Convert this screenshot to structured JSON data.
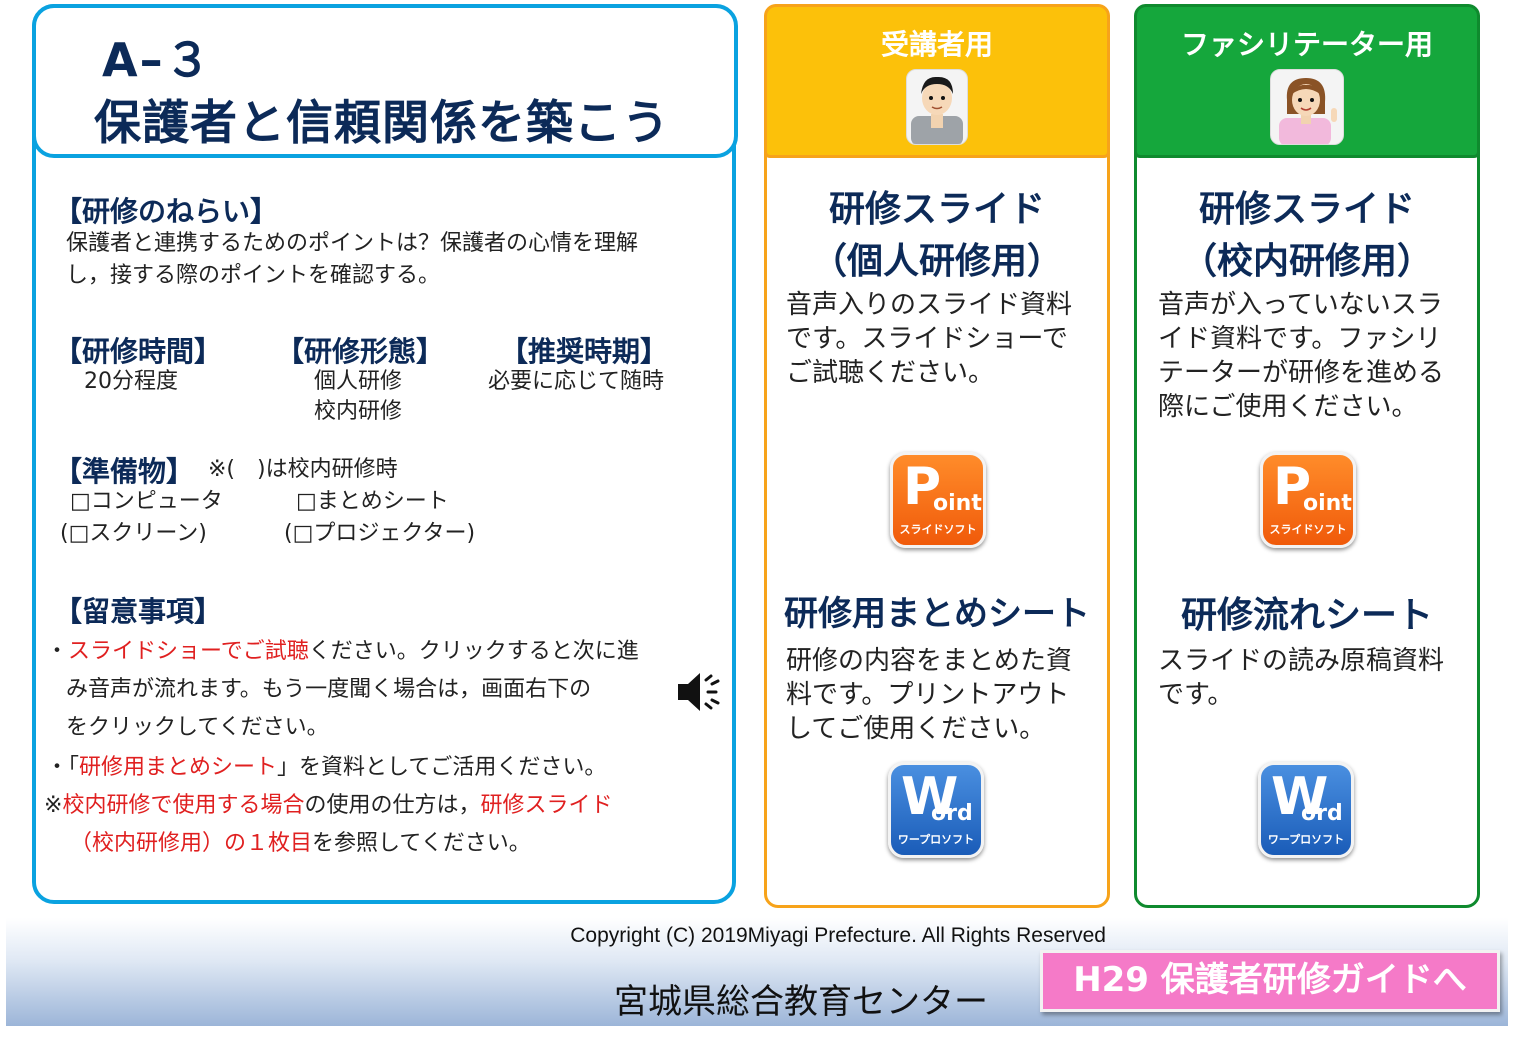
{
  "title": {
    "code": "A–３",
    "main": "保護者と信頼関係を築こう"
  },
  "aim": {
    "heading": "【研修のねらい】",
    "line1": "保護者と連携するためのポイントは？保護者の心情を理解",
    "line2": "し，接する際のポイントを確認する。"
  },
  "time": {
    "heading": "【研修時間】",
    "value": "20分程度"
  },
  "form": {
    "heading": "【研修形態】",
    "value1": "個人研修",
    "value2": "校内研修"
  },
  "period": {
    "heading": "【推奨時期】",
    "value": "必要に応じて随時"
  },
  "materials": {
    "heading": "【準備物】",
    "note": "※(　)は校内研修時",
    "item1": "□コンピュータ",
    "item2": "□まとめシート",
    "item3": "(□スクリーン)",
    "item4": "(□プロジェクター)"
  },
  "notes": {
    "heading": "【留意事項】",
    "b1_bullet": "・",
    "b1_red": "スライドショーでご試聴",
    "b1_rest": "ください。クリックすると次に進",
    "b1_line2": "み音声が流れます。もう一度聞く場合は，画面右下の",
    "b1_line3": "をクリックしてください。",
    "b2_pre": "・「",
    "b2_red": "研修用まとめシート",
    "b2_post": "」を資料としてご活用ください。",
    "b3_pre": "※",
    "b3_red1": "校内研修で使用する場合",
    "b3_mid": "の使用の仕方は，",
    "b3_red2": "研修スライド",
    "b3_red3": "（校内研修用）の１枚目",
    "b3_post": "を参照してください。"
  },
  "learner": {
    "header": "受講者用",
    "slide_title1": "研修スライド",
    "slide_title2": "（個人研修用）",
    "slide_desc1": "音声入りのスライド資料",
    "slide_desc2": "です。スライドショーで",
    "slide_desc3": "ご試聴ください。",
    "sheet_title": "研修用まとめシート",
    "sheet_desc1": "研修の内容をまとめた資",
    "sheet_desc2": "料です。プリントアウト",
    "sheet_desc3": "してご使用ください。"
  },
  "facilitator": {
    "header": "ファシリテーター用",
    "slide_title1": "研修スライド",
    "slide_title2": "（校内研修用）",
    "slide_desc1": "音声が入っていないスラ",
    "slide_desc2": "イド資料です。ファシリ",
    "slide_desc3": "テーターが研修を進める",
    "slide_desc4": "際にご使用ください。",
    "sheet_title": "研修流れシート",
    "sheet_desc1": "スライドの読み原稿資料",
    "sheet_desc2": "です。"
  },
  "icons": {
    "p_big": "P",
    "p_small": "oint",
    "p_sub": "スライドソフト",
    "w_big": "W",
    "w_small": "ord",
    "w_sub": "ワープロソフト"
  },
  "footer": {
    "copyright": "Copyright (C) 2019Miyagi  Prefecture. All Rights Reserved",
    "center": "宮城県総合教育センター",
    "guide_button": "H29 保護者研修ガイドへ"
  },
  "colors": {
    "accent_blue": "#0aa2e0",
    "orange": "#fcc10a",
    "green": "#15a73c",
    "red_text": "#e02020",
    "pink_button": "#f57ac8"
  }
}
